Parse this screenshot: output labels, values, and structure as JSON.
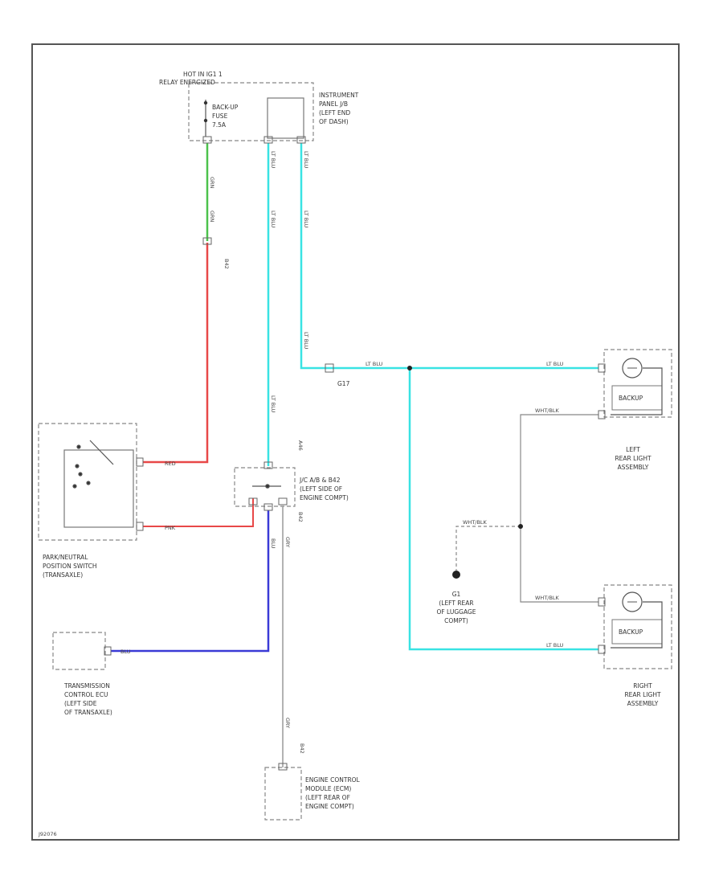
{
  "colors": {
    "border": "#555555",
    "green": "#4cc24c",
    "red": "#e84848",
    "cyan": "#39e3e3",
    "blue": "#3a3ad6",
    "gray": "#9a9a9a",
    "black": "#222222"
  },
  "hot_block": {
    "line1": "HOT IN IG1 1",
    "line2": "RELAY ENERGIZED"
  },
  "fuse": {
    "line1": "BACK-UP",
    "line2": "FUSE",
    "line3": "7.5A"
  },
  "instrument_panel_jb": {
    "line1": "INSTRUMENT",
    "line2": "PANEL J/B",
    "line3": "(LEFT END",
    "line4": "OF DASH)"
  },
  "park_neutral_switch": {
    "line1": "PARK/NEUTRAL",
    "line2": "POSITION SWITCH",
    "line3": "(TRANSAXLE)"
  },
  "junction_connector": {
    "line1": "J/C A/B & B42",
    "line2": "(LEFT SIDE OF",
    "line3": "ENGINE COMPT)"
  },
  "tcu": {
    "line1": "TRANSMISSION",
    "line2": "CONTROL ECU",
    "line3": "(LEFT SIDE",
    "line4": "OF TRANSAXLE)"
  },
  "ecm": {
    "line1": "ENGINE CONTROL",
    "line2": "MODULE (ECM)",
    "line3": "(LEFT REAR OF",
    "line4": "ENGINE COMPT)"
  },
  "left_rear_light": {
    "bulb_label": "BACKUP",
    "line1": "LEFT",
    "line2": "REAR LIGHT",
    "line3": "ASSEMBLY"
  },
  "right_rear_light": {
    "bulb_label": "BACKUP",
    "line1": "RIGHT",
    "line2": "REAR LIGHT",
    "line3": "ASSEMBLY"
  },
  "ground": {
    "line1": "G1",
    "line2": "(LEFT REAR",
    "line3": "OF LUGGAGE",
    "line4": "COMPT)"
  },
  "splice_connector": "G17",
  "wires": {
    "grn": "GRN",
    "red": "RED",
    "pnk": "PNK",
    "blu": "BLU",
    "lt_blu": "LT BLU",
    "wht_blk": "WHT/BLK",
    "gry": "GRY",
    "b42": "B42",
    "a46": "A46"
  },
  "footer_code": "J92076"
}
